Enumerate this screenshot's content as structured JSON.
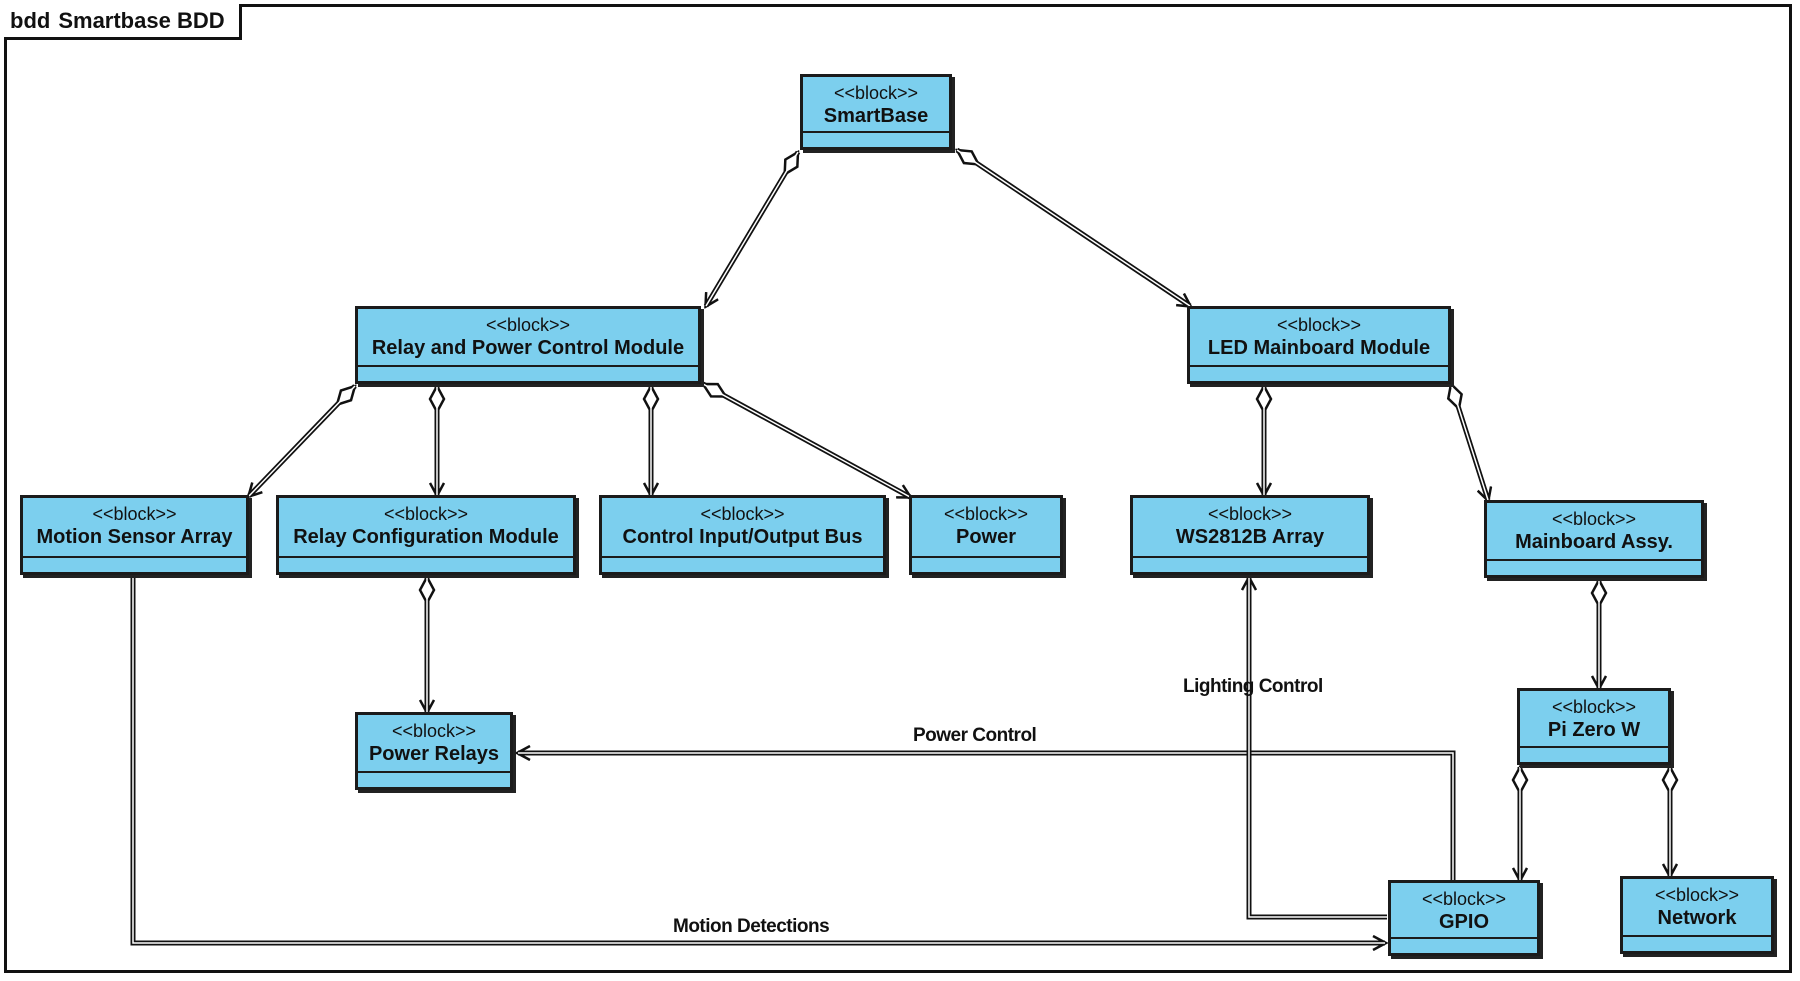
{
  "frame": {
    "keyword": "bdd",
    "name": "Smartbase BDD"
  },
  "stereotype": "<<block>>",
  "blocks": {
    "smartbase": "SmartBase",
    "relay_power": "Relay and Power Control Module",
    "led_mainboard": "LED Mainboard Module",
    "motion_sensor": "Motion Sensor Array",
    "relay_config": "Relay Configuration Module",
    "control_io": "Control Input/Output Bus",
    "power": "Power",
    "ws2812b": "WS2812B Array",
    "mainboard_assy": "Mainboard Assy.",
    "power_relays": "Power Relays",
    "pi_zero": "Pi Zero W",
    "gpio": "GPIO",
    "network": "Network"
  },
  "connectors": {
    "power_control": "Power Control",
    "lighting_control": "Lighting Control",
    "motion_detections": "Motion Detections"
  },
  "colors": {
    "block_fill": "#7ccfee",
    "line": "#111111"
  }
}
